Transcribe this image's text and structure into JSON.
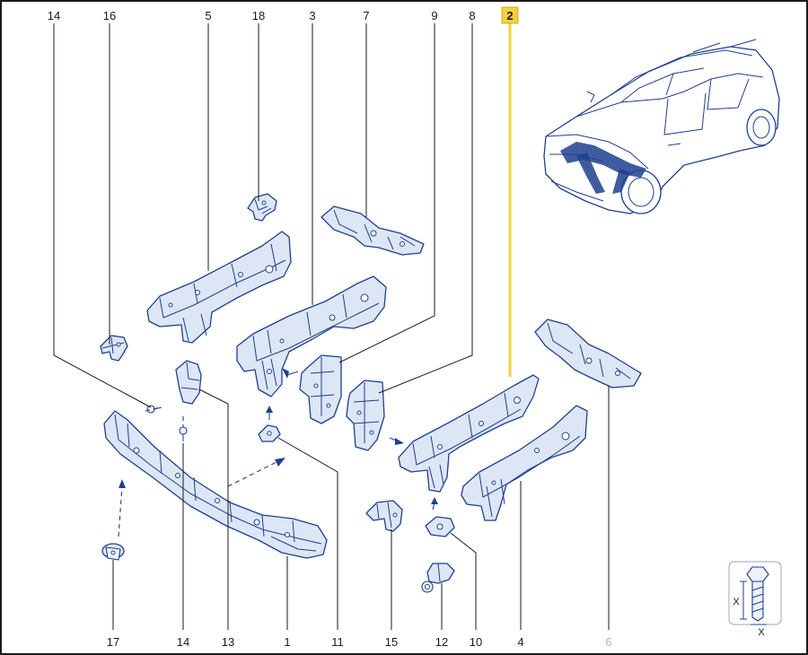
{
  "diagram": {
    "highlighted_part": "2",
    "colors": {
      "line": "#1f3f8f",
      "highlight": "#f4d03f",
      "label_muted": "#b5b5b5"
    },
    "top_labels": [
      "14",
      "16",
      "5",
      "18",
      "3",
      "7",
      "9",
      "8",
      "2"
    ],
    "bottom_labels": [
      "17",
      "14",
      "13",
      "1",
      "11",
      "15",
      "12",
      "10",
      "4",
      "6"
    ],
    "legend_symbol_letters": [
      "X",
      "X"
    ]
  }
}
